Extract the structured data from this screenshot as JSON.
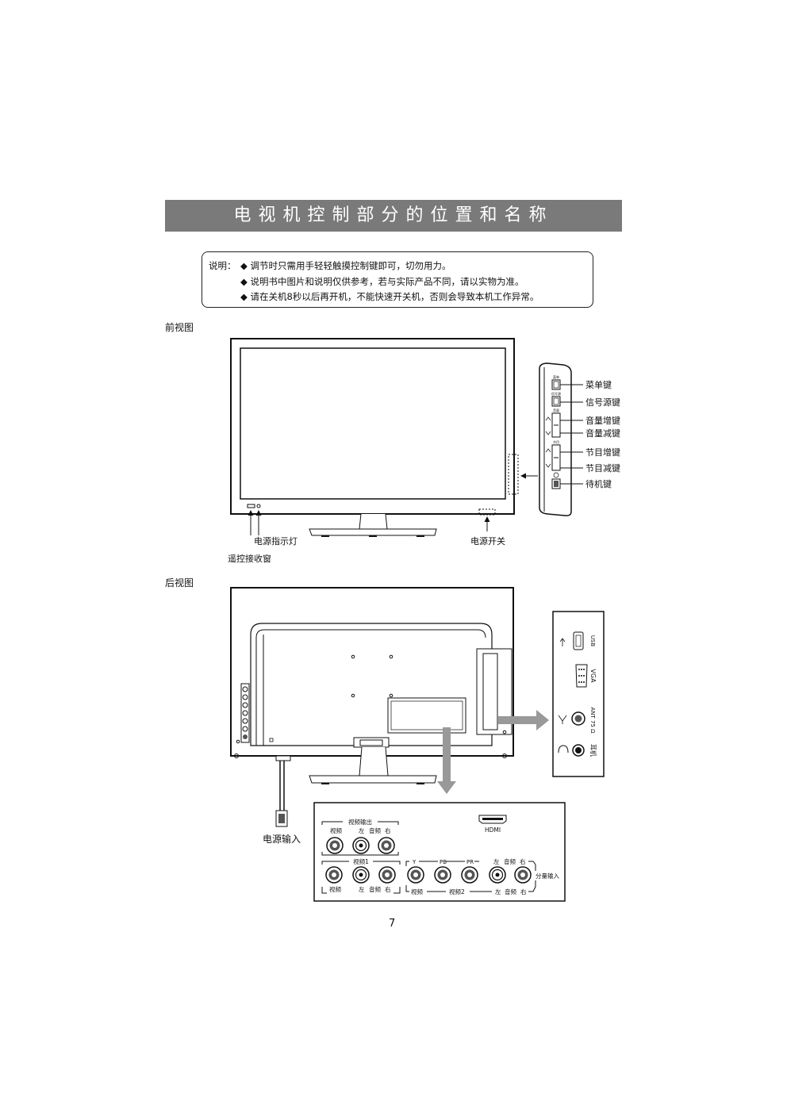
{
  "title": "电视机控制部分的位置和名称",
  "notes": {
    "label": "说明：",
    "lines": [
      "◆  调节时只需用手轻轻触摸控制键即可，切勿用力。",
      "◆  说明书中图片和说明仅供参考，若与实际产品不同，请以实物为准。",
      "◆  请在关机8秒以后再开机，不能快速开关机，否则会导致本机工作异常。"
    ]
  },
  "front": {
    "label": "前视图",
    "power_indicator": "电源指示灯",
    "remote_receiver": "遥控接收窗",
    "power_switch": "电源开关",
    "side_buttons": [
      "菜单键",
      "信号源键",
      "音量增键",
      "音量减键",
      "节目增键",
      "节目减键",
      "待机键"
    ],
    "side_panel_tiny": [
      "菜单",
      "信号源",
      "音量",
      "节目"
    ]
  },
  "rear": {
    "label": "后视图",
    "power_input": "电源输入",
    "side_ports": [
      "USB",
      "VGA",
      "ANT 75 Ω",
      "耳机"
    ],
    "bottom": {
      "video_out": "视频输出",
      "video_out_sub": [
        "视频",
        "左",
        "音频",
        "右"
      ],
      "hdmi": "HDMI",
      "video1": "视频1",
      "video1_sub": [
        "视频",
        "左",
        "音频",
        "右"
      ],
      "component_top": [
        "Y",
        "PB",
        "PR",
        "左",
        "音频",
        "右"
      ],
      "component_label": "分量输入",
      "video2_bottom": [
        "视频",
        "视频2",
        "左",
        "音频",
        "右"
      ]
    }
  },
  "page_number": "7"
}
